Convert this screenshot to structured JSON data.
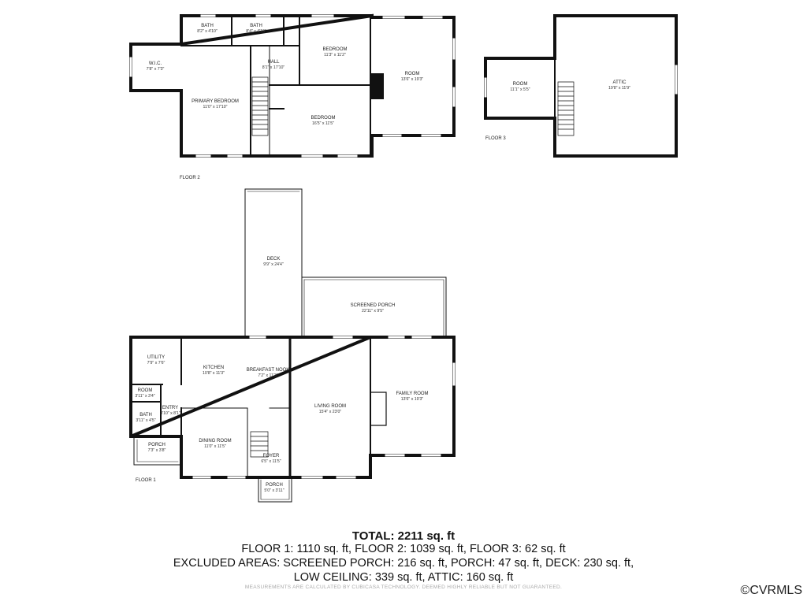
{
  "floors": [
    {
      "label": "FLOOR 1"
    },
    {
      "label": "FLOOR 2"
    },
    {
      "label": "FLOOR 3"
    }
  ],
  "rooms": [
    {
      "id": "f2-bath-1",
      "name": "BATH",
      "dims": "8'2\" x 4'10\""
    },
    {
      "id": "f2-bath-2",
      "name": "BATH",
      "dims": "8'4\" x 4'10\""
    },
    {
      "id": "f2-wic",
      "name": "W.I.C.",
      "dims": "7'8\" x 7'3\""
    },
    {
      "id": "f2-hall",
      "name": "HALL",
      "dims": "8'1\" x 17'10\""
    },
    {
      "id": "f2-bedroom-1",
      "name": "BEDROOM",
      "dims": "11'3\" x 11'2\""
    },
    {
      "id": "f2-room",
      "name": "ROOM",
      "dims": "13'6\" x 19'3\""
    },
    {
      "id": "f2-primary",
      "name": "PRIMARY BEDROOM",
      "dims": "11'0\" x 17'10\""
    },
    {
      "id": "f2-bedroom-2",
      "name": "BEDROOM",
      "dims": "16'5\" x 11'5\""
    },
    {
      "id": "f3-room",
      "name": "ROOM",
      "dims": "11'1\" x 5'5\""
    },
    {
      "id": "f3-attic",
      "name": "ATTIC",
      "dims": "19'8\" x 11'9\""
    },
    {
      "id": "f1-deck",
      "name": "DECK",
      "dims": "9'9\" x 24'4\""
    },
    {
      "id": "f1-screened-porch",
      "name": "SCREENED PORCH",
      "dims": "22'11\" x 9'5\""
    },
    {
      "id": "f1-utility",
      "name": "UTILITY",
      "dims": "7'9\" x 7'6\""
    },
    {
      "id": "f1-kitchen",
      "name": "KITCHEN",
      "dims": "10'8\" x 11'3\""
    },
    {
      "id": "f1-breakfast",
      "name": "BREAKFAST NOOK",
      "dims": "7'2\" x 11'3\""
    },
    {
      "id": "f1-room",
      "name": "ROOM",
      "dims": "3'11\" x 3'4\""
    },
    {
      "id": "f1-entry",
      "name": "ENTRY",
      "dims": "3'10\" x 8'1\""
    },
    {
      "id": "f1-bath",
      "name": "BATH",
      "dims": "3'11\" x 4'5\""
    },
    {
      "id": "f1-family",
      "name": "FAMILY ROOM",
      "dims": "13'6\" x 19'3\""
    },
    {
      "id": "f1-living",
      "name": "LIVING ROOM",
      "dims": "15'4\" x 23'0\""
    },
    {
      "id": "f1-porch-side",
      "name": "PORCH",
      "dims": "7'3\" x 3'8\""
    },
    {
      "id": "f1-dining",
      "name": "DINING ROOM",
      "dims": "11'0\" x 11'5\""
    },
    {
      "id": "f1-foyer",
      "name": "FOYER",
      "dims": "6'5\" x 11'5\""
    },
    {
      "id": "f1-porch-front",
      "name": "PORCH",
      "dims": "5'0\" x 3'11\""
    }
  ],
  "summary": {
    "total": "TOTAL: 2211 sq. ft",
    "floors_line": "FLOOR 1: 1110 sq. ft, FLOOR 2: 1039 sq. ft, FLOOR 3: 62 sq. ft",
    "excluded_line": "EXCLUDED AREAS: SCREENED PORCH: 216 sq. ft, PORCH: 47 sq. ft, DECK: 230 sq. ft,",
    "low_ceiling_line": "LOW CEILING: 339 sq. ft, ATTIC: 160 sq. ft",
    "disclaimer": "MEASUREMENTS ARE CALCULATED BY CUBICASA TECHNOLOGY. DEEMED HIGHLY RELIABLE BUT NOT GUARANTEED."
  },
  "watermark": "©CVRMLS"
}
